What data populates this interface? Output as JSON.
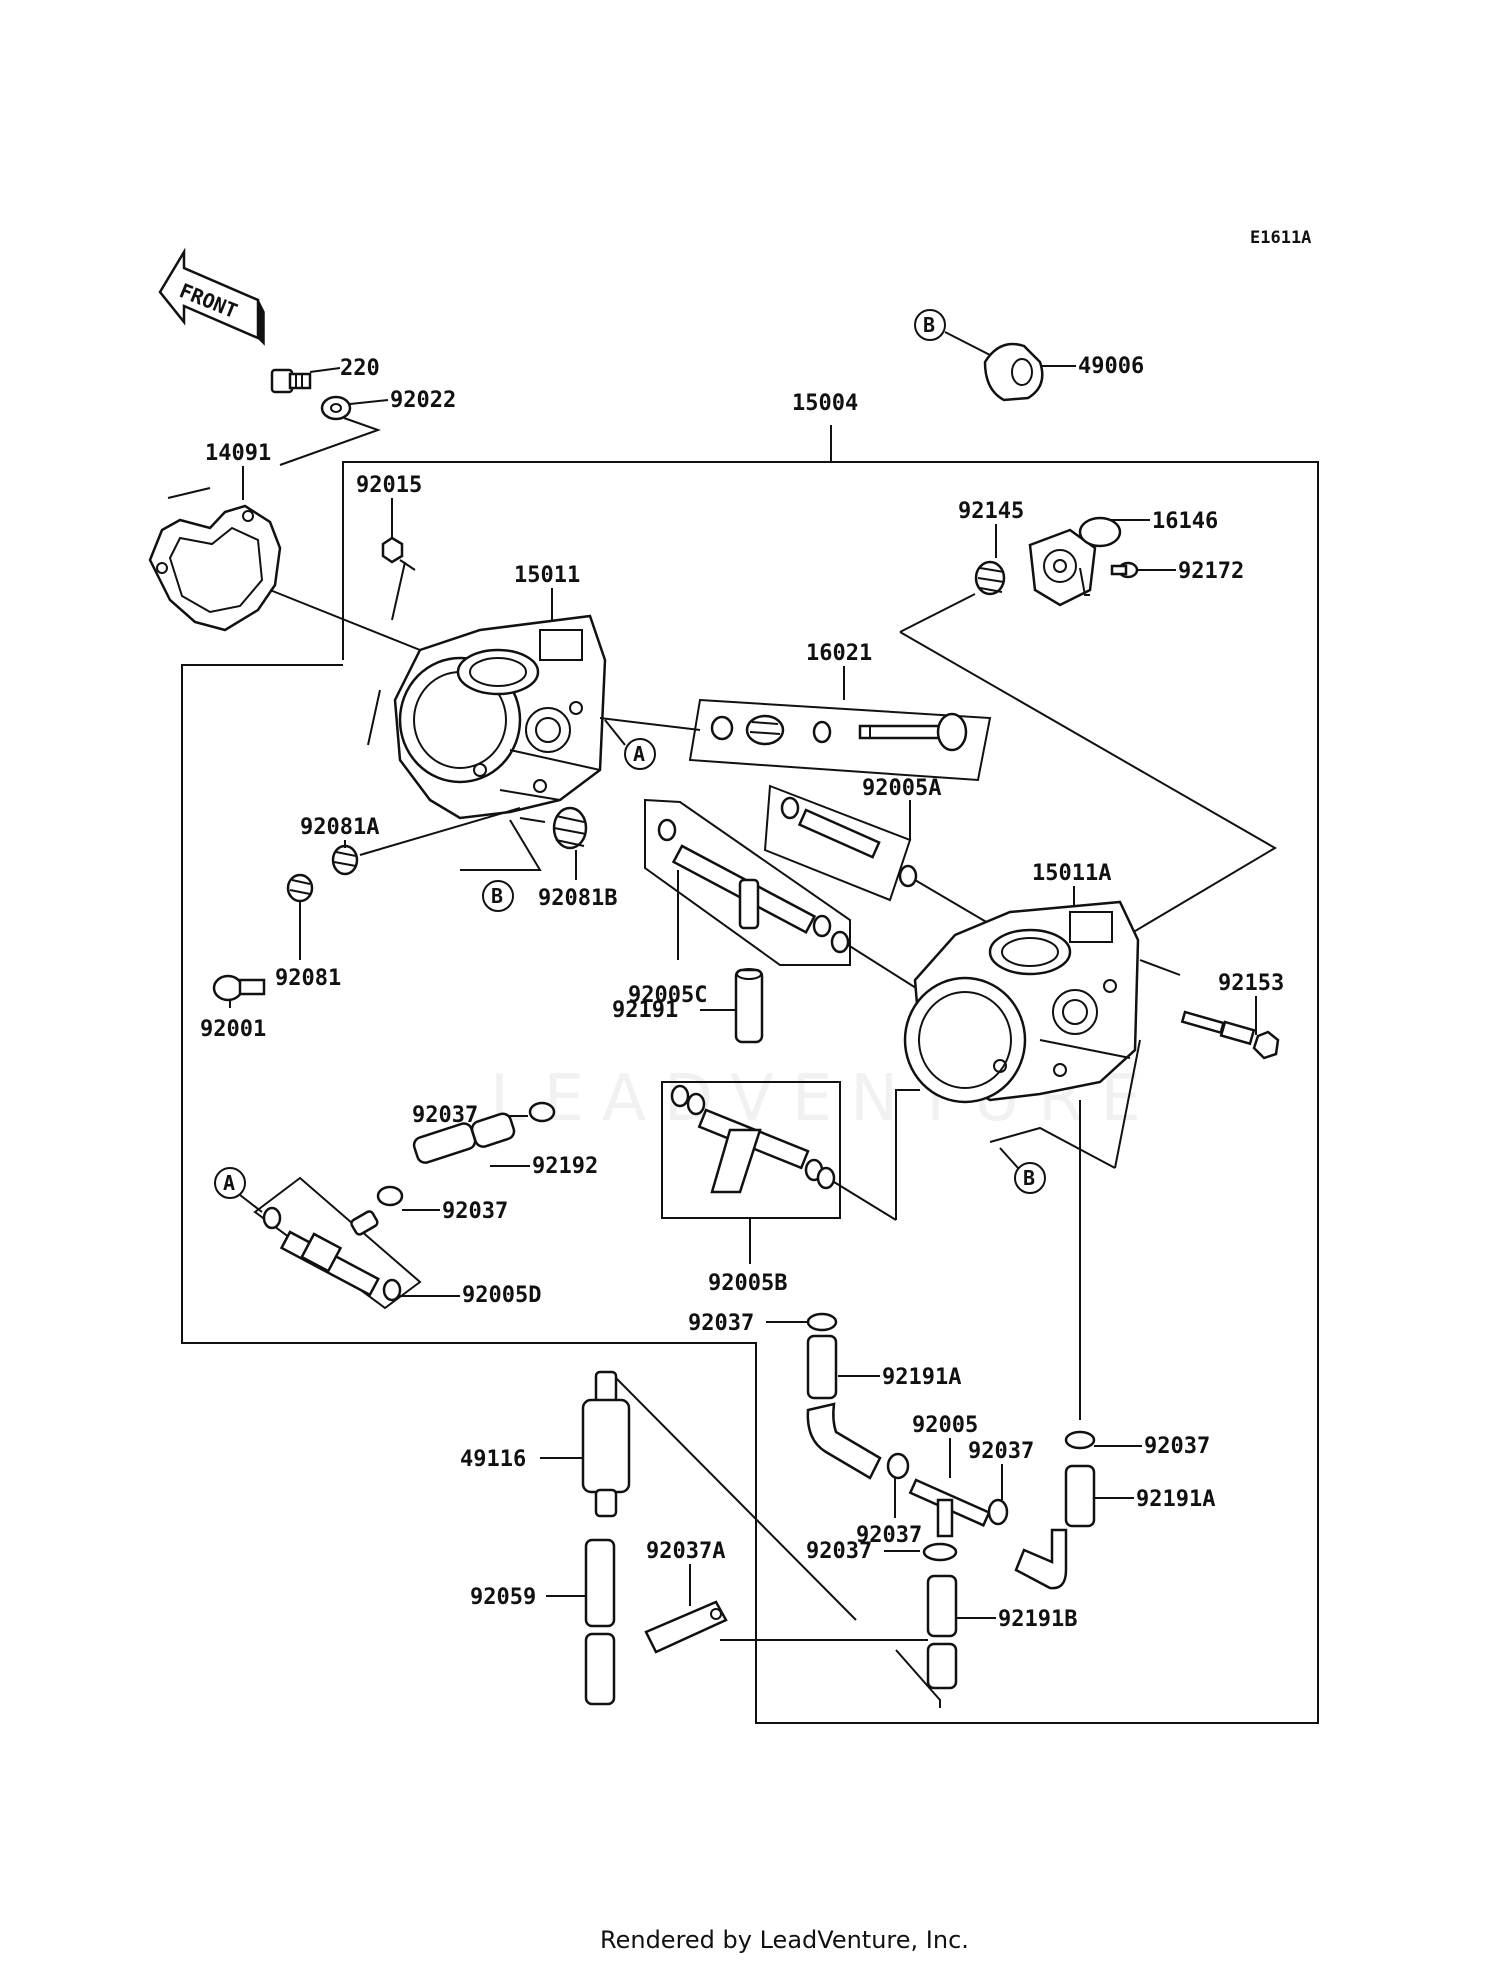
{
  "diagram_code": "E1611A",
  "front_arrow_text": "FRONT",
  "callouts": {
    "a": "A",
    "b": "B"
  },
  "watermark": "LEADVENTURE",
  "footer": "Rendered by LeadVenture, Inc.",
  "parts": {
    "p220": "220",
    "p92022": "92022",
    "p14091": "14091",
    "p15004": "15004",
    "p49006": "49006",
    "p92015": "92015",
    "p15011": "15011",
    "p92145": "92145",
    "p16146": "16146",
    "p92172": "92172",
    "p16021": "16021",
    "p92005A": "92005A",
    "p92081A": "92081A",
    "p92081B": "92081B",
    "p15011A": "15011A",
    "p92081": "92081",
    "p92001": "92001",
    "p92005C": "92005C",
    "p92191": "92191",
    "p92153": "92153",
    "p92037_a": "92037",
    "p92192": "92192",
    "p92037_b": "92037",
    "p92005D": "92005D",
    "p92005B": "92005B",
    "p92037_c": "92037",
    "p92191A_a": "92191A",
    "p92005": "92005",
    "p92037_d": "92037",
    "p92037_e": "92037",
    "p92191A_b": "92191A",
    "p92037_f": "92037",
    "p92037_g": "92037",
    "p49116": "49116",
    "p92059": "92059",
    "p92037A": "92037A",
    "p92191B": "92191B"
  }
}
